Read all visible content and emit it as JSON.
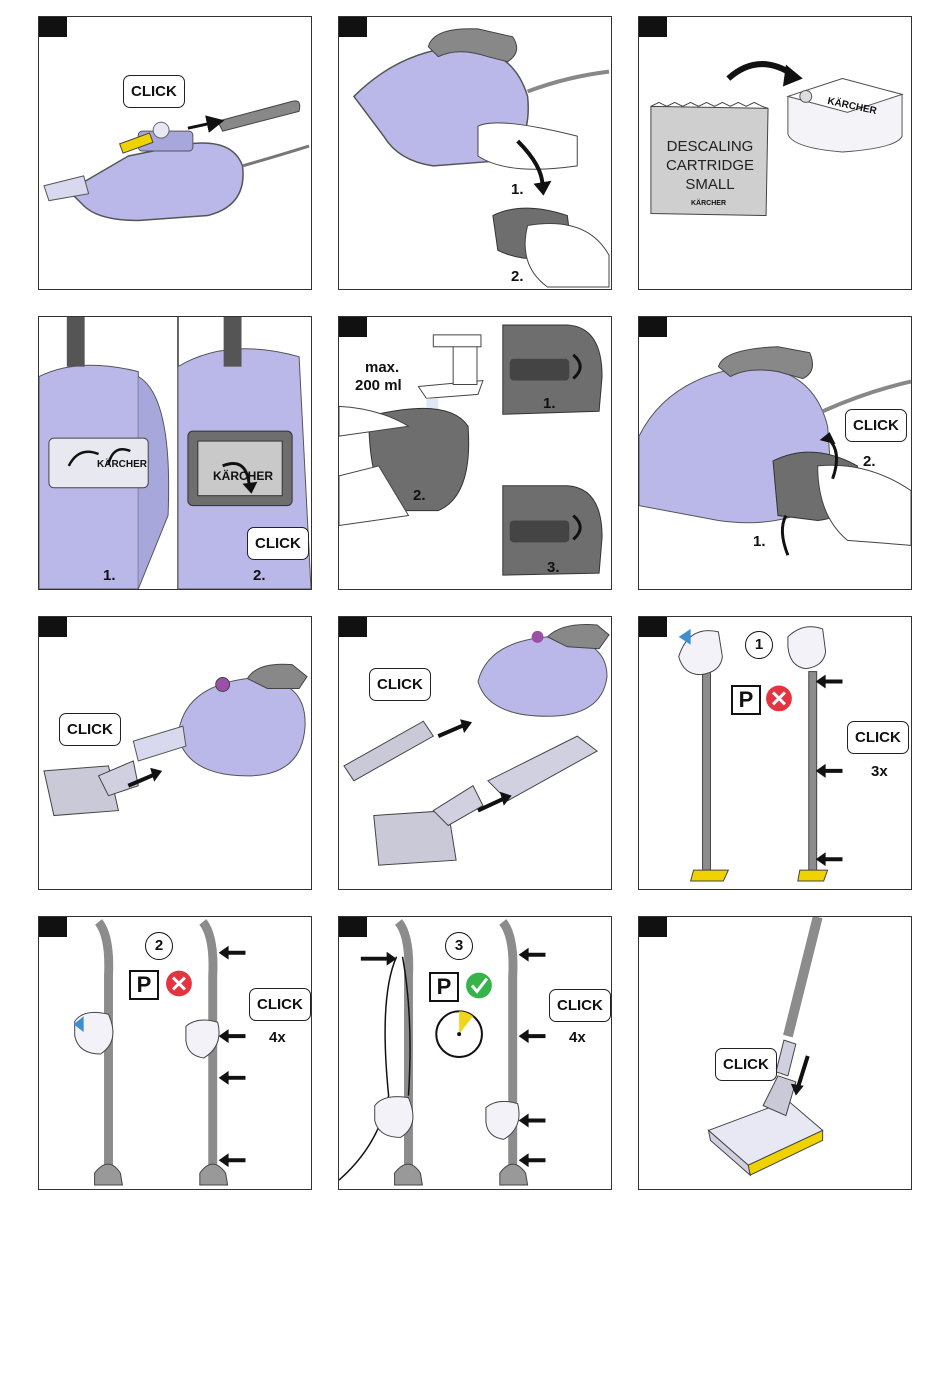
{
  "labels": {
    "click": "CLICK",
    "step1": "1.",
    "step2": "2.",
    "step3": "3.",
    "max": "max.",
    "volume": "200 ml",
    "cart_line1": "DESCALING",
    "cart_line2": "CARTRIDGE",
    "cart_line3": "SMALL",
    "cart_brand": "KÄRCHER",
    "brand": "KÄRCHER",
    "count3": "3x",
    "count4": "4x",
    "circle1": "1",
    "circle2": "2",
    "circle3": "3",
    "park": "P"
  },
  "colors": {
    "device": "#b9b8e8",
    "handle": "#7a7a7a",
    "pipe": "#8c8c8c",
    "cartridge": "#6e6e6e",
    "error_red": "#e53340",
    "ok_green": "#35b44a",
    "timer_yellow": "#f2d51b",
    "brand_yellow": "#f0d200"
  }
}
